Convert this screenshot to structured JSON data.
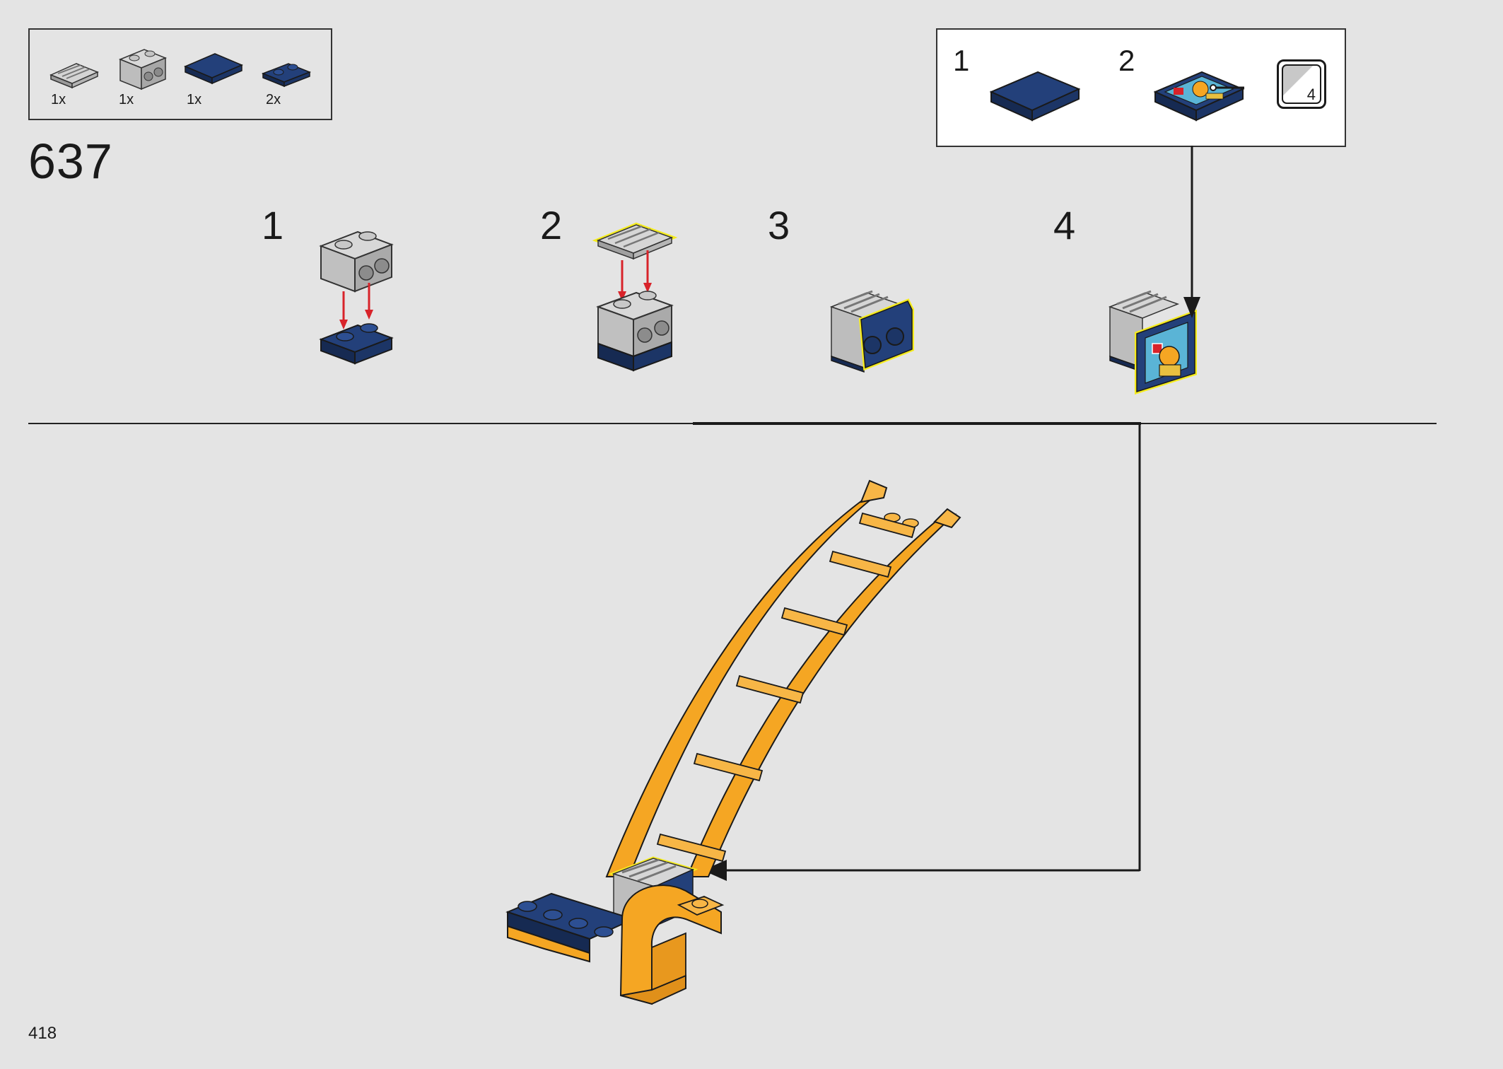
{
  "step": {
    "number": "637"
  },
  "parts_list": {
    "items": [
      {
        "qty": "1x",
        "icon": "grey-grille-tile-icon"
      },
      {
        "qty": "1x",
        "icon": "grey-brick-with-studs-icon"
      },
      {
        "qty": "1x",
        "icon": "dark-blue-tile-icon"
      },
      {
        "qty": "2x",
        "icon": "dark-blue-plate-icon"
      }
    ]
  },
  "substeps": [
    {
      "label": "1"
    },
    {
      "label": "2"
    },
    {
      "label": "3"
    },
    {
      "label": "4"
    }
  ],
  "callout": {
    "steps": [
      {
        "label": "1"
      },
      {
        "label": "2"
      }
    ],
    "sticker_number": "4"
  },
  "page": {
    "number": "418"
  },
  "colors": {
    "background": "#e4e4e4",
    "dark_blue": "#1f3a6e",
    "light_grey": "#c8c8c8",
    "orange": "#f5a623",
    "highlight": "#f5ec1e",
    "arrow_red": "#d8232a"
  }
}
